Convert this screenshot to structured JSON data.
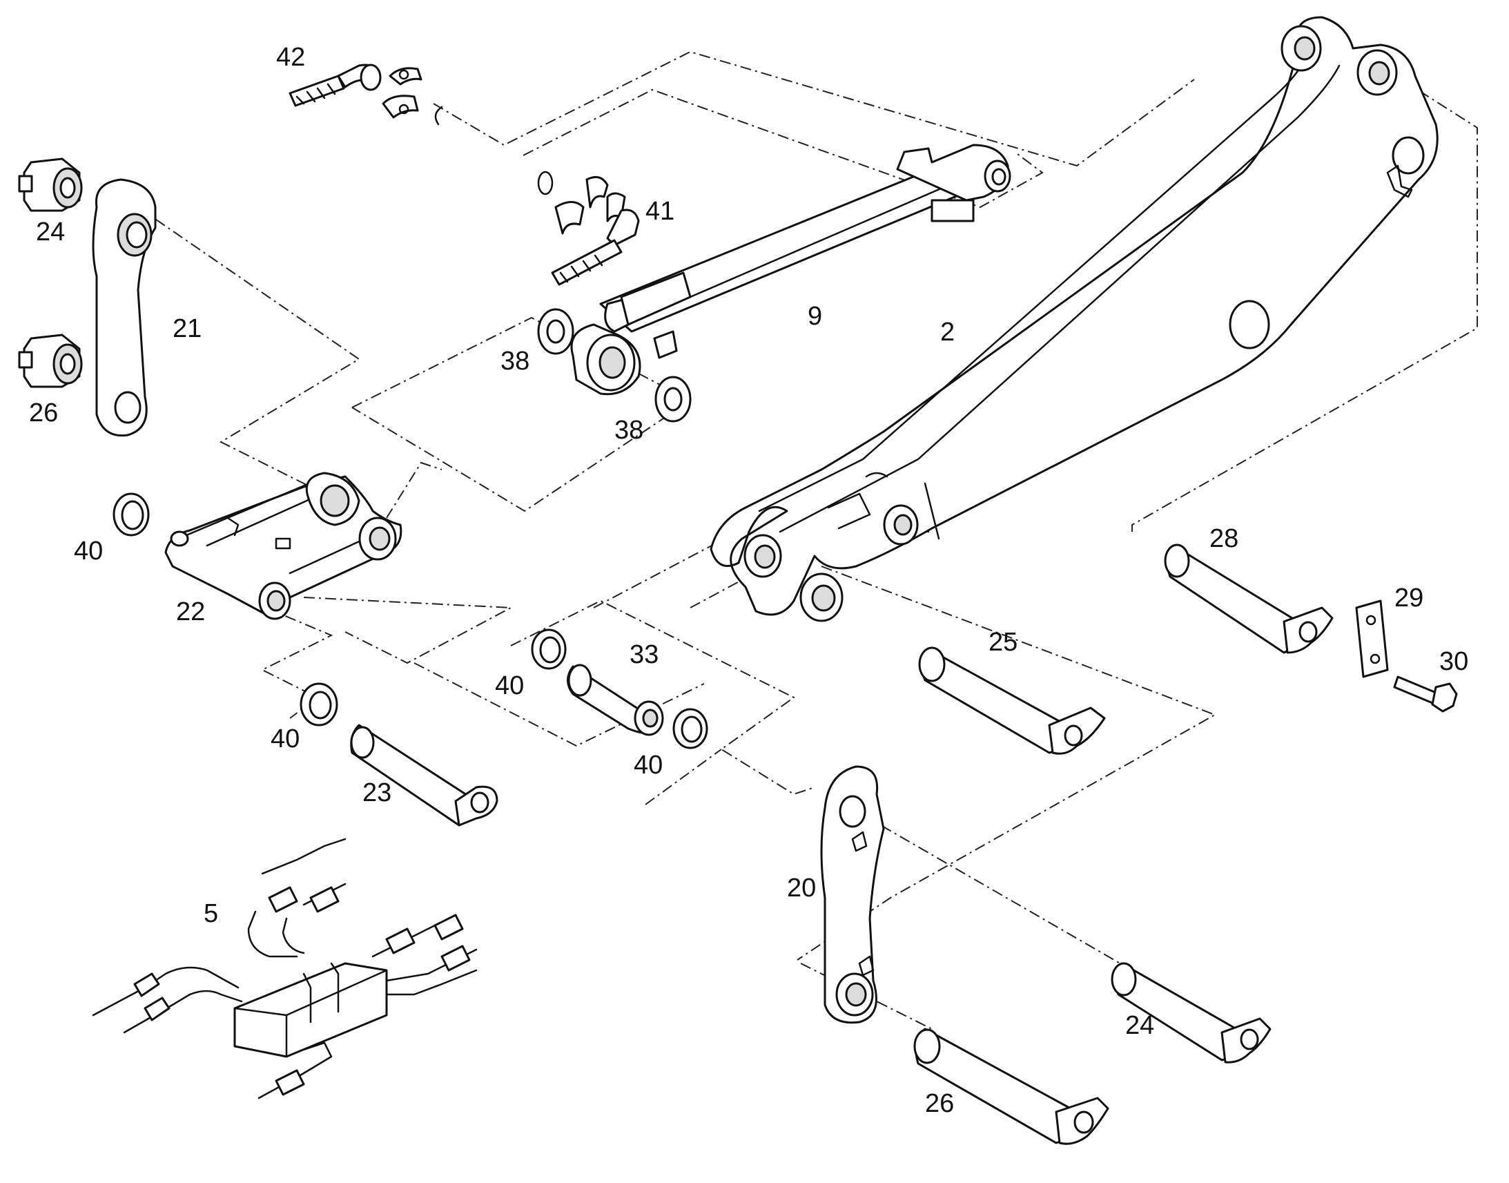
{
  "callouts": {
    "c42": "42",
    "c41": "41",
    "c24a": "24",
    "c21": "21",
    "c26a": "26",
    "c9": "9",
    "c2": "2",
    "c38a": "38",
    "c38b": "38",
    "c40a": "40",
    "c22": "22",
    "c28": "28",
    "c29": "29",
    "c30": "30",
    "c25": "25",
    "c33": "33",
    "c40b": "40",
    "c40c": "40",
    "c40d": "40",
    "c23": "23",
    "c5": "5",
    "c20": "20",
    "c24b": "24",
    "c26b": "26"
  },
  "colors": {
    "line": "#111111",
    "background": "#ffffff"
  }
}
